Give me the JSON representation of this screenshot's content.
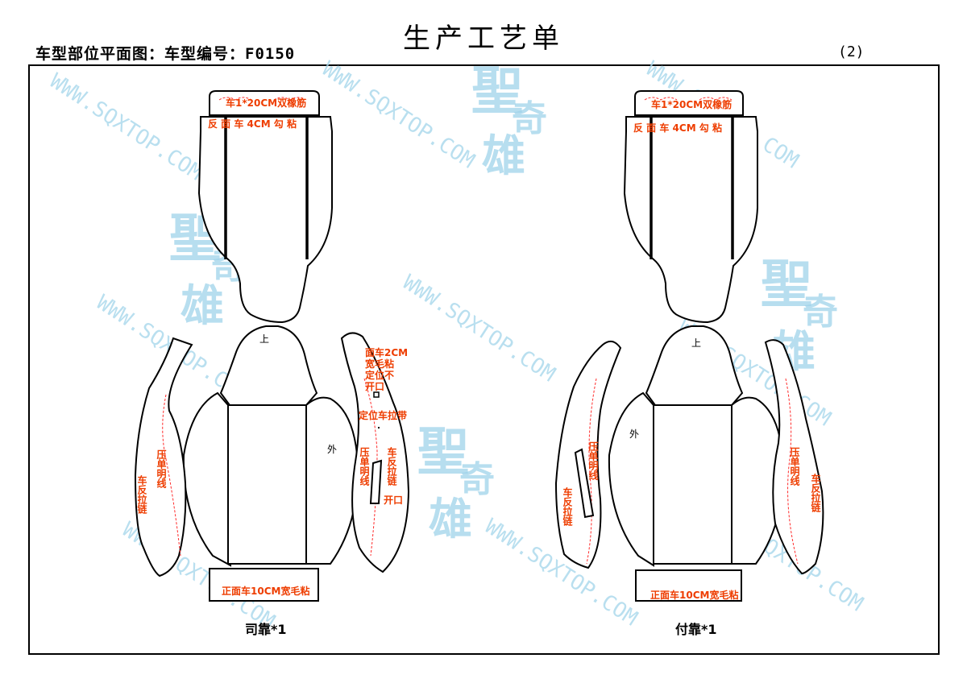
{
  "header": {
    "title": "生产工艺单",
    "subtitle": "车型部位平面图：车型编号：F0150",
    "page_number": "(2)"
  },
  "watermark": {
    "url": "WWW.SQXTOP.COM",
    "logo_chars": [
      "聖",
      "奇",
      "雄"
    ]
  },
  "left_seat": {
    "caption": "司靠*1",
    "notes": {
      "elastic": "车1*20CM双橡筋",
      "reverse_stitch": "反 面 车 4CM 勾 粘",
      "top_label": "上",
      "outer_label": "外",
      "right_velcro_1": "面车2CM",
      "right_velcro_2": "宽毛粘",
      "right_velcro_3": "定位不",
      "right_velcro_4": "开口",
      "strap": "定位车拉带",
      "press_single_line": "压单明线",
      "reverse_zipper": "车反拉链",
      "opening": "开口",
      "bottom_velcro": "正面车10CM宽毛粘"
    }
  },
  "right_seat": {
    "caption": "付靠*1",
    "notes": {
      "elastic": "车1*20CM双橡筋",
      "reverse_stitch": "反 面 车 4CM 勾 粘",
      "top_label": "上",
      "outer_label": "外",
      "press_single_line": "压单明线",
      "reverse_zipper": "车反拉链",
      "bottom_velcro": "正面车10CM宽毛粘"
    }
  }
}
